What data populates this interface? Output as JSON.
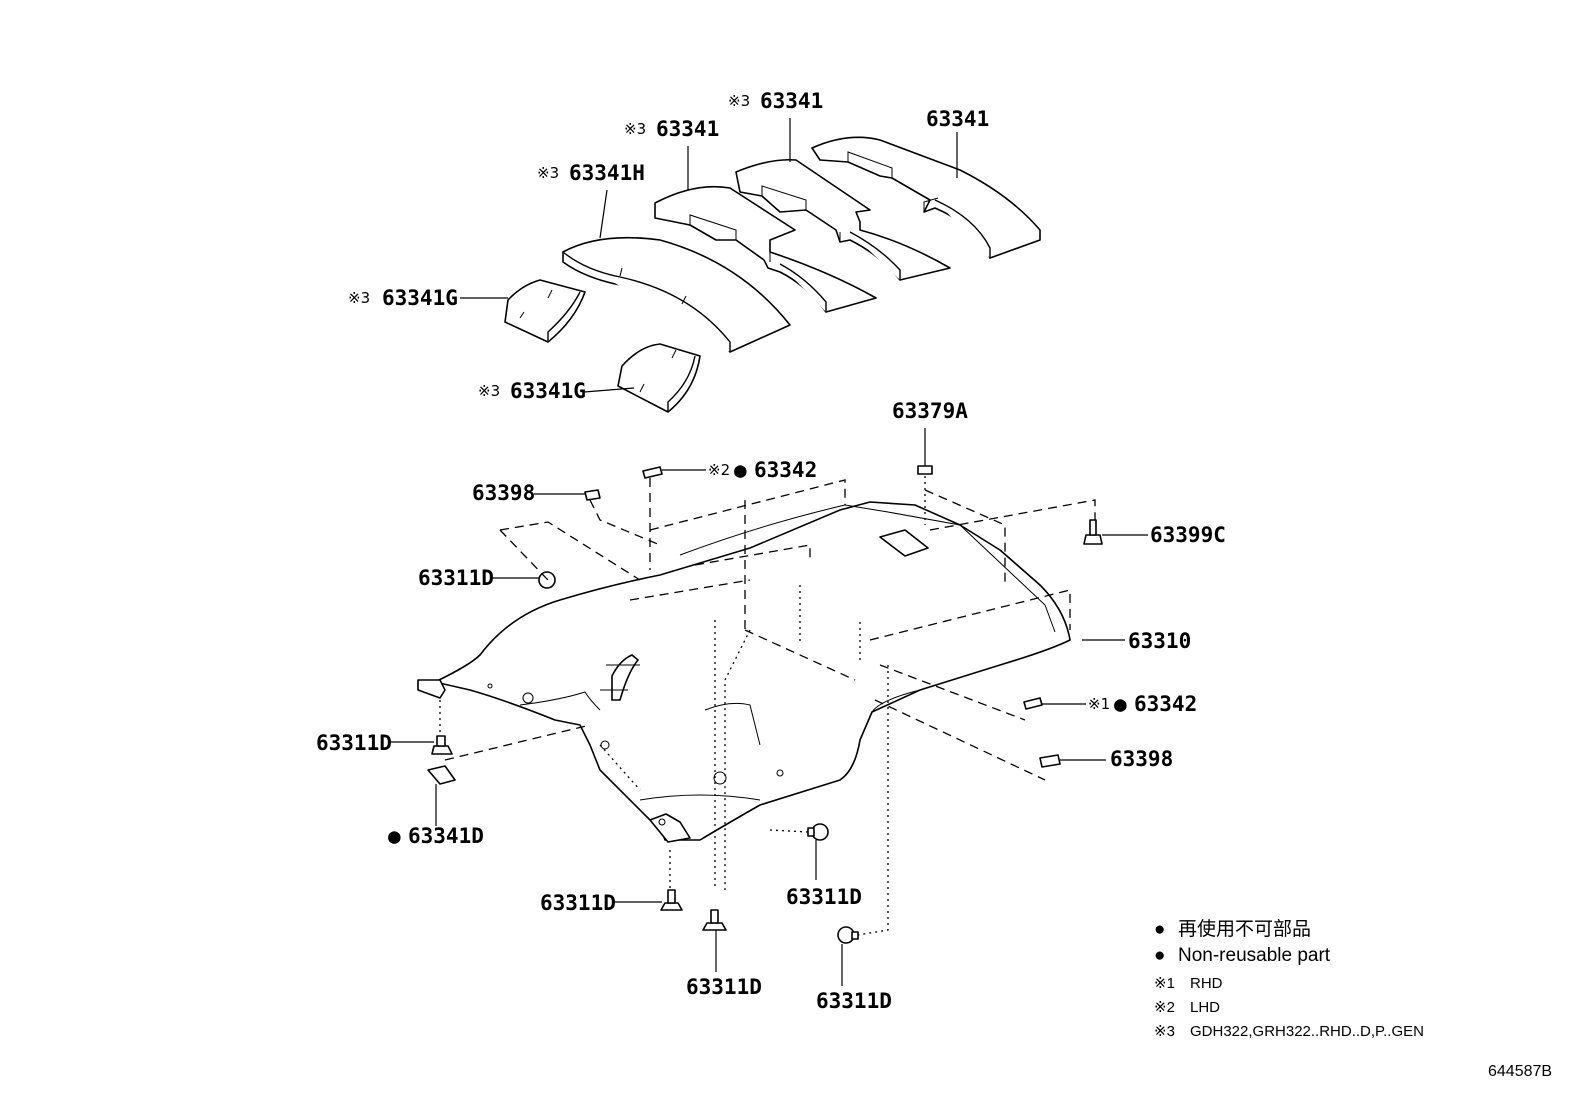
{
  "diagram": {
    "reference_code": "644587B",
    "labels": {
      "pad_top_right": {
        "mark": "",
        "text": "63341"
      },
      "pad_mid_right": {
        "mark": "※3",
        "text": "63341"
      },
      "pad_mid": {
        "mark": "※3",
        "text": "63341"
      },
      "pad_front": {
        "mark": "※3",
        "text": "63341H"
      },
      "pad_left_upper": {
        "mark": "※3",
        "text": "63341G"
      },
      "pad_left_lower": {
        "mark": "※3",
        "text": "63341G"
      },
      "lamp_bezel": {
        "text": "63379A"
      },
      "clip_lhd": {
        "mark": "※2",
        "bullet": "●",
        "text": "63342"
      },
      "tape_left": {
        "text": "63398"
      },
      "screw_right": {
        "text": "63399C"
      },
      "clip_front_left": {
        "text": "63311D"
      },
      "headlining": {
        "text": "63310"
      },
      "clip_rhd": {
        "mark": "※1",
        "bullet": "●",
        "text": "63342"
      },
      "tape_right": {
        "text": "63398"
      },
      "clip_left_mid": {
        "text": "63311D"
      },
      "holder": {
        "bullet": "●",
        "text": "63341D"
      },
      "clip_rear_1": {
        "text": "63311D"
      },
      "clip_rear_2": {
        "text": "63311D"
      },
      "clip_rear_3": {
        "text": "63311D"
      },
      "clip_rear_4": {
        "text": "63311D"
      }
    },
    "legend": {
      "bullet": "●",
      "non_reusable_jp": "再使用不可部品",
      "non_reusable_en": "Non-reusable part",
      "notes": [
        {
          "mark": "※1",
          "text": "RHD"
        },
        {
          "mark": "※2",
          "text": "LHD"
        },
        {
          "mark": "※3",
          "text": "GDH322,GRH322..RHD..D,P..GEN"
        }
      ]
    }
  }
}
